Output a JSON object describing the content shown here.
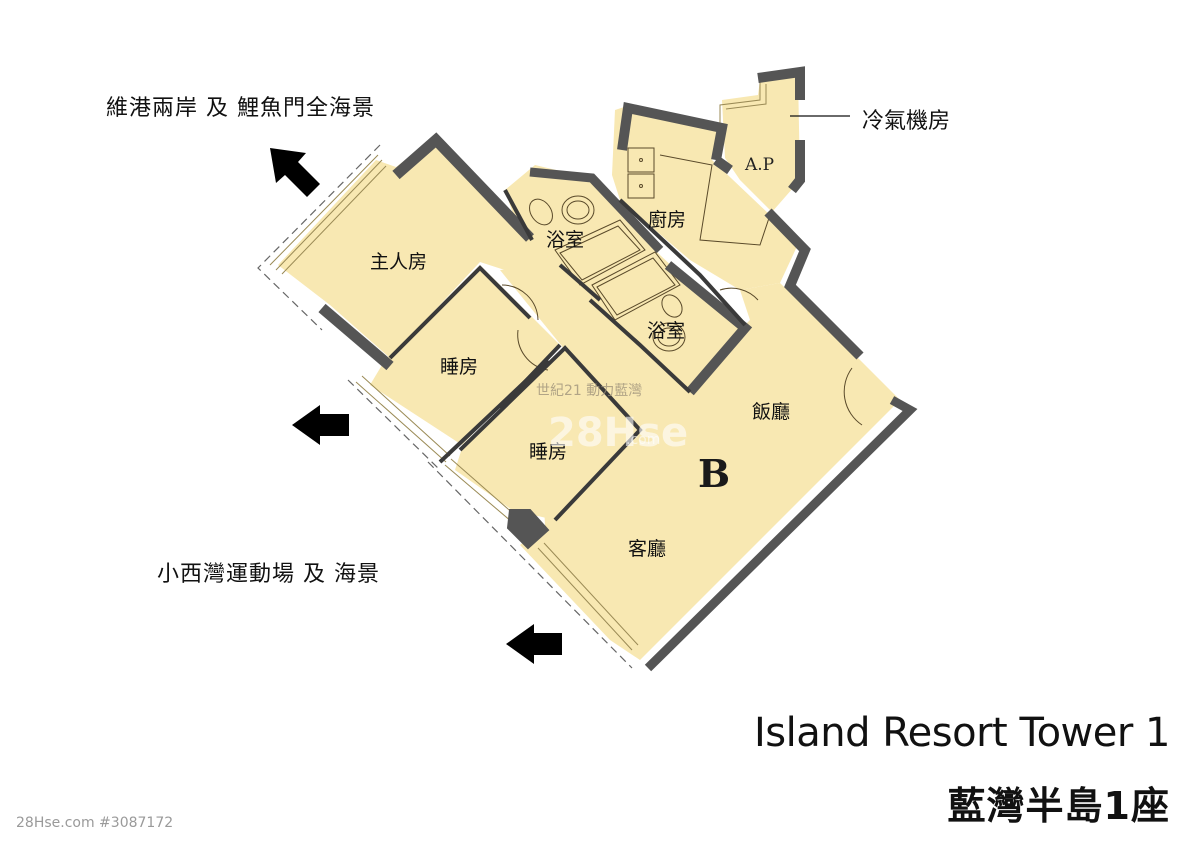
{
  "plan": {
    "unit_letter": "B",
    "rooms": {
      "master_bedroom": "主人房",
      "bathroom_1": "浴室",
      "bathroom_2": "浴室",
      "kitchen": "廚房",
      "ac_platform": "A.P",
      "bedroom_1": "睡房",
      "bedroom_2": "睡房",
      "dining_room": "飯廳",
      "living_room": "客廳"
    },
    "callouts": {
      "ac_plant_room": "冷氣機房"
    },
    "views": {
      "north_west": "維港兩岸 及 鯉魚門全海景",
      "south_west": "小西灣運動場 及 海景"
    },
    "view_arrows": [
      "arrow-up-left",
      "arrow-left",
      "arrow-left"
    ],
    "colors": {
      "floor": "#f8e8b2",
      "wall": "#555555",
      "wall_outline": "#2a2a2a",
      "window_line": "#8a7a50",
      "arrow": "#000000"
    },
    "watermarks": {
      "agency": "世紀21 動力藍灣",
      "site": "28Hse",
      "site_suffix": ".com"
    }
  },
  "title": {
    "english": "Island Resort Tower 1",
    "chinese": "藍灣半島1座"
  },
  "footer": {
    "listing_id": "28Hse.com #3087172"
  }
}
